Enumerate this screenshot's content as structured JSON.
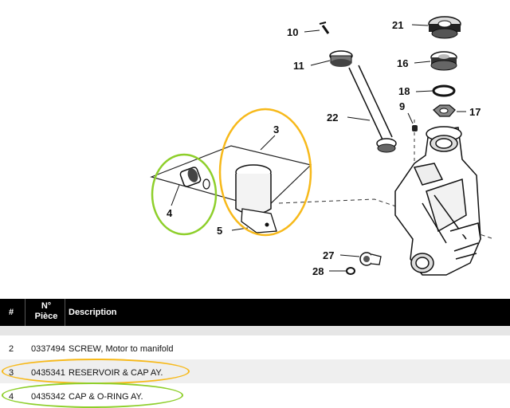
{
  "diagram": {
    "callouts": [
      "10",
      "21",
      "11",
      "16",
      "18",
      "9",
      "17",
      "22",
      "3",
      "4",
      "5",
      "27",
      "28"
    ],
    "highlight_colors": {
      "reservoir": "#f7b91a",
      "cap": "#8ecf2b"
    }
  },
  "table": {
    "headers": {
      "number": "#",
      "part_line1": "N°",
      "part_line2": "Pièce",
      "description": "Description"
    },
    "rows": [
      {
        "num": "2",
        "part": "0337494",
        "desc": "SCREW, Motor to manifold"
      },
      {
        "num": "3",
        "part": "0435341",
        "desc": "RESERVOIR & CAP AY."
      },
      {
        "num": "4",
        "part": "0435342",
        "desc": "CAP & O-RING AY."
      }
    ]
  }
}
